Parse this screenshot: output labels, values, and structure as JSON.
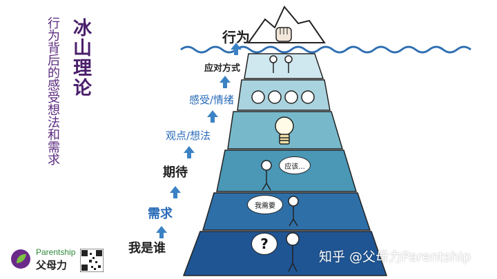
{
  "title": {
    "main": "冰山理论",
    "sub": "行为背后的感受想法和需求"
  },
  "top_label": "行为",
  "layers": [
    {
      "label": "应对方式"
    },
    {
      "label": "感受/情绪"
    },
    {
      "label": "观点/想法"
    },
    {
      "label": "期待"
    },
    {
      "label": "需求"
    },
    {
      "label": "我是谁"
    }
  ],
  "bubbles": {
    "expectation": "应该...",
    "need": "我需要",
    "self": "?"
  },
  "brand": {
    "en": "Parentship",
    "cn": "父母力"
  },
  "watermark": "知乎 @父母力Parentship",
  "colors": {
    "title": "#4a1f6b",
    "arrow": "#3b82c4",
    "water": "#2f6fb3",
    "layer1": "#cfe7ee",
    "layer2": "#a9d3df",
    "layer3": "#77b9cb",
    "layer4": "#4a97b6",
    "layer5": "#2f6fa8",
    "layer6": "#1f5593"
  }
}
